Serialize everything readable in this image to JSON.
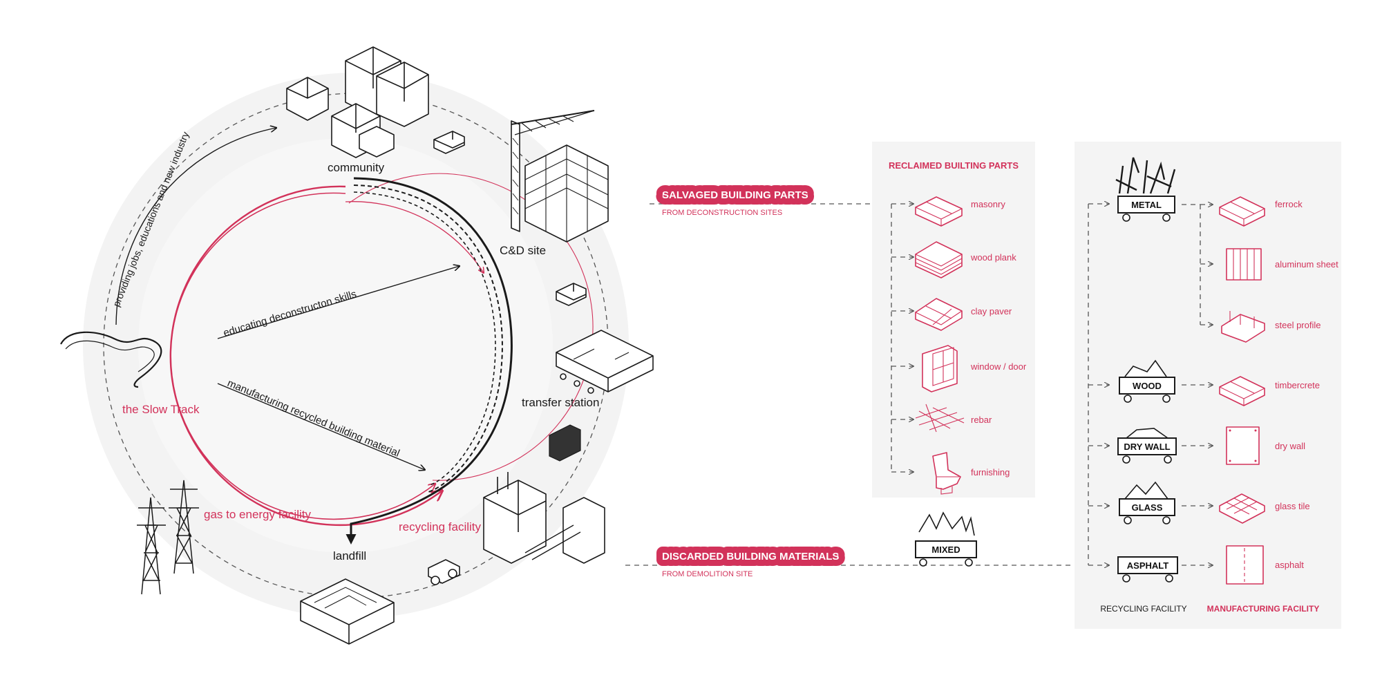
{
  "cycle": {
    "places": {
      "community": "community",
      "cd_site": "C&D site",
      "transfer_station": "transfer station",
      "recycling_facility": "recycling facility",
      "landfill": "landfill",
      "gas_facility": "gas to energy facility",
      "slow_track": "the Slow Track"
    },
    "arrow_labels": {
      "jobs": "providing jobs, educations and new industry",
      "deconstruction": "educating deconstructon skills",
      "manufacturing": "manufacturing recycled building material"
    }
  },
  "flows": {
    "salvaged_title": "SALVAGED BUILDING PARTS",
    "salvaged_sub": "FROM DECONSTRUCTION SITES",
    "discarded_title": "DISCARDED BUILDING MATERIALS",
    "discarded_sub": "FROM DEMOLITION SITE",
    "mixed_label": "MIXED"
  },
  "reclaimed": {
    "heading": "RECLAIMED BUILTING PARTS",
    "items": [
      "masonry",
      "wood plank",
      "clay paver",
      "window / door",
      "rebar",
      "furnishing"
    ]
  },
  "recycling": {
    "footer": "RECYCLING FACILITY",
    "carts": [
      "METAL",
      "WOOD",
      "DRY WALL",
      "GLASS",
      "ASPHALT"
    ]
  },
  "manufacturing": {
    "footer": "MANUFACTURING FACILITY",
    "items": [
      "ferrock",
      "aluminum sheet",
      "steel profile",
      "timbercrete",
      "dry wall",
      "glass tile",
      "asphalt"
    ]
  },
  "colors": {
    "accent": "#d2325a",
    "ink": "#1a1a1a",
    "panel": "#f4f4f4",
    "halo": "#f3f3f3"
  }
}
